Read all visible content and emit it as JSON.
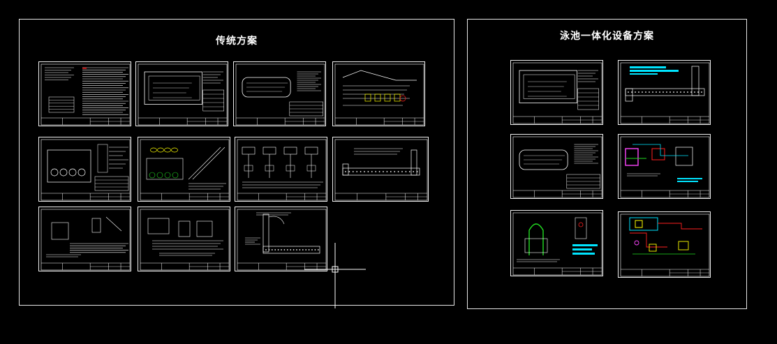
{
  "panels": [
    {
      "id": "traditional",
      "title": "传统方案"
    },
    {
      "id": "integrated",
      "title": "泳池一体化设备方案"
    }
  ],
  "colors": {
    "background": "#000000",
    "line": "#ffffff",
    "accent_cyan": "#00e5ff",
    "accent_red": "#ff2020",
    "accent_yellow": "#ffff00",
    "accent_green": "#22dd22",
    "accent_magenta": "#ff44ff"
  },
  "icons": [
    "crosshair-cursor-icon"
  ]
}
